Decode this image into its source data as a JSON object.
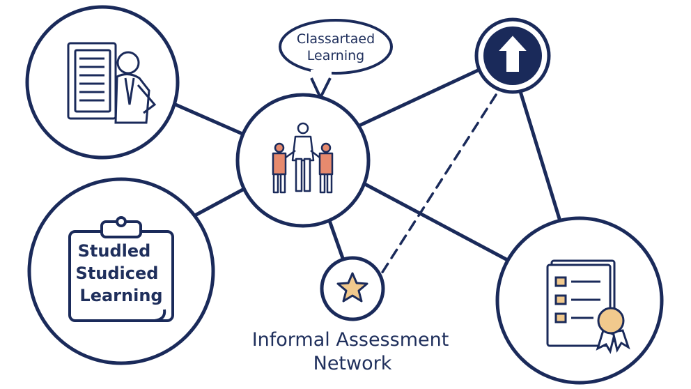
{
  "diagram": {
    "title_line1": "Informal Assessment",
    "title_line2": "Network",
    "speech_bubble_line1": "Classartaed",
    "speech_bubble_line2": "Learning",
    "clipboard_line1": "Studled",
    "clipboard_line2": "Studiced",
    "clipboard_line3": "Learning"
  },
  "colors": {
    "ink": "#1a2a5a",
    "accent_orange": "#e68a6e",
    "accent_gold": "#f1c98d",
    "background": "#ffffff"
  },
  "icons": [
    "teacher-document-icon",
    "teacher-students-icon",
    "upload-arrow-icon",
    "clipboard-icon",
    "star-icon",
    "report-badge-icon"
  ]
}
